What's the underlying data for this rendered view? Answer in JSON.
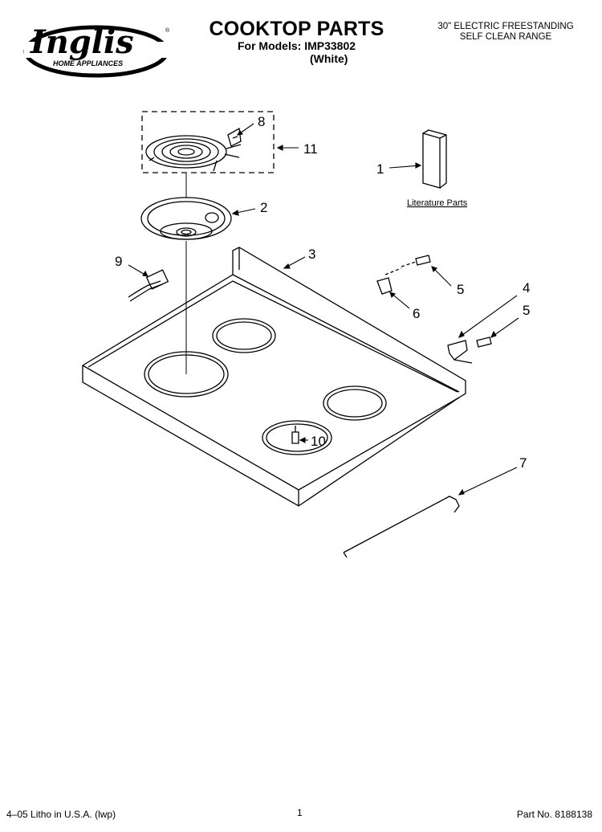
{
  "brand": {
    "name": "Inglis",
    "tagline": "HOME APPLIANCES"
  },
  "header": {
    "title": "COOKTOP PARTS",
    "models_line": "For Models: IMP33802",
    "color_line": "(White)",
    "range_line1": "30\" ELECTRIC FREESTANDING",
    "range_line2": "SELF CLEAN RANGE"
  },
  "diagram": {
    "callouts": [
      "1",
      "2",
      "3",
      "4",
      "5",
      "5",
      "6",
      "7",
      "8",
      "9",
      "10",
      "11"
    ],
    "literature_label": "Literature Parts"
  },
  "footer": {
    "litho": "4–05 Litho in U.S.A. (lwp)",
    "page": "1",
    "part_no": "Part No. 8188138"
  }
}
